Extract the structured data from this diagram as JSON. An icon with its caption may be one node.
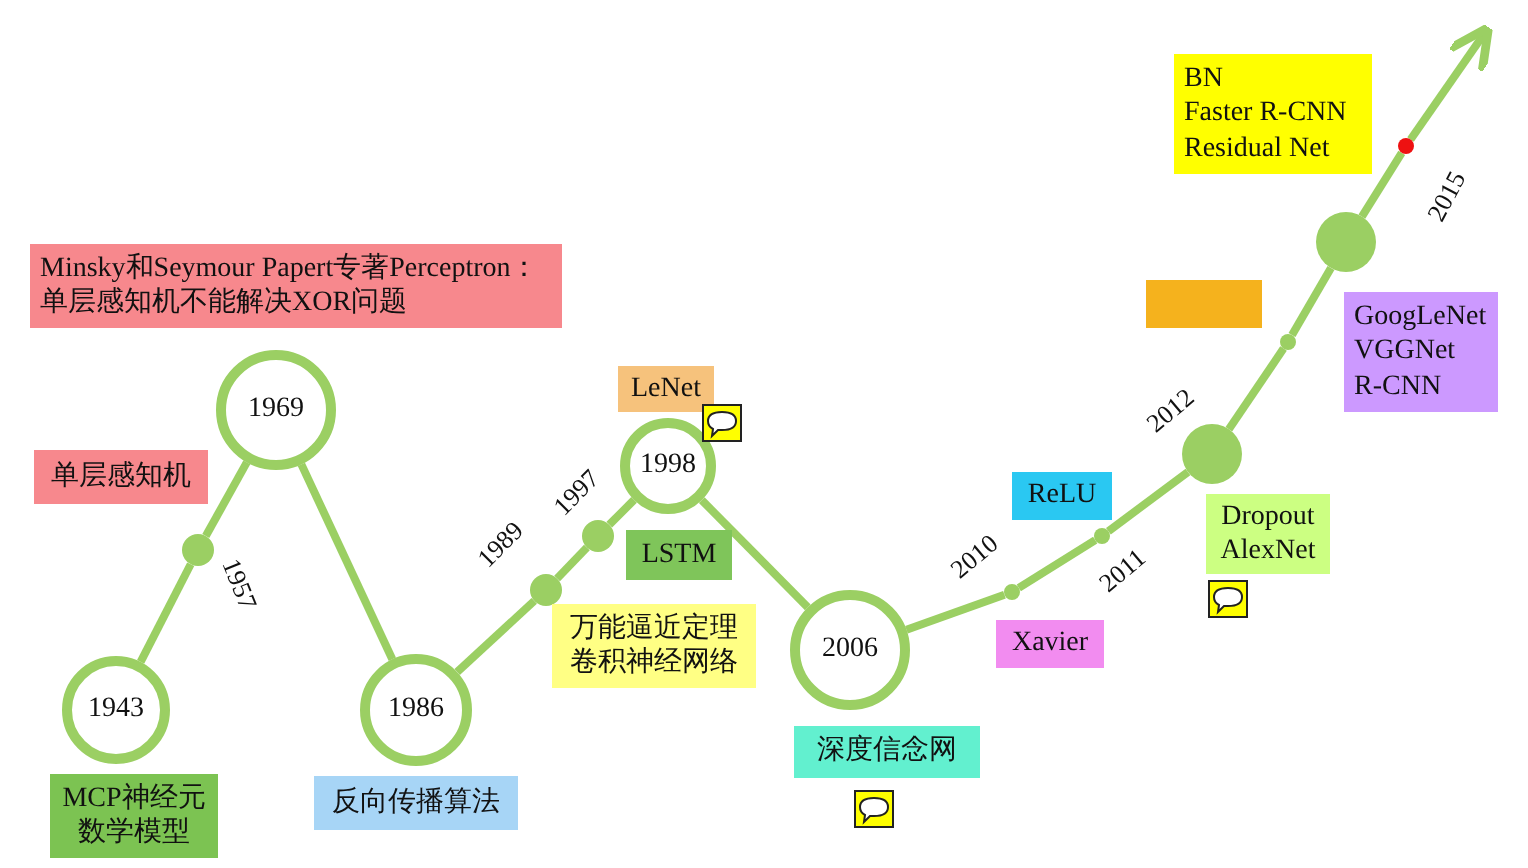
{
  "diagram": {
    "nodes": [
      {
        "text": [
          "1943"
        ]
      },
      {
        "text": [],
        "shape": "circle",
        "beside": [
          "1957"
        ]
      },
      {
        "text": [
          "1969"
        ]
      },
      {
        "text": [
          "1986"
        ]
      },
      {
        "text": [],
        "shape": "circle",
        "beside": [
          "1989"
        ]
      },
      {
        "text": [],
        "shape": "circle",
        "beside": [
          "1997"
        ]
      },
      {
        "text": [
          "1998"
        ]
      },
      {
        "text": [
          "2006"
        ]
      },
      {
        "text": [],
        "shape": "circle",
        "beside": [
          "2010"
        ]
      },
      {
        "text": [],
        "shape": "circle",
        "beside": [
          "2011"
        ]
      },
      {
        "text": [],
        "shape": "circle",
        "beside": [
          "2012"
        ]
      },
      {
        "text": [],
        "shape": "circle"
      },
      {
        "text": [],
        "shape": "circle"
      },
      {
        "text": [],
        "shape": "circle",
        "beside": [
          "2015"
        ]
      },
      {
        "text": [
          "Minsky和Seymour Papert专著Perceptron：单层感知机不能解决XOR问题"
        ]
      },
      {
        "text": [
          "单层感知机"
        ]
      },
      {
        "text": [
          "MCP神经元数学模型"
        ]
      },
      {
        "text": [
          "反向传播算法"
        ]
      },
      {
        "text": [
          "LeNet"
        ]
      },
      {
        "text": [
          "LSTM"
        ]
      },
      {
        "text": [
          "万能逼近定理",
          "卷积神经网络"
        ]
      },
      {
        "text": [
          "深度信念网"
        ]
      },
      {
        "text": [
          "Xavier"
        ]
      },
      {
        "text": [
          "ReLU"
        ]
      },
      {
        "text": [
          "Dropout",
          "AlexNet"
        ]
      },
      {
        "text": [],
        "shape": "box"
      },
      {
        "text": [
          "BN",
          "Faster R-CNN",
          "Residual Net"
        ]
      },
      {
        "text": [
          "GoogLeNet",
          "VGGNet",
          "R-CNN"
        ]
      }
    ],
    "edges": [
      {
        "from": 0,
        "to": 1,
        "arrow": "none"
      },
      {
        "from": 1,
        "to": 2,
        "arrow": "none"
      },
      {
        "from": 2,
        "to": 3,
        "arrow": "none"
      },
      {
        "from": 3,
        "to": 4,
        "arrow": "none"
      },
      {
        "from": 4,
        "to": 5,
        "arrow": "none"
      },
      {
        "from": 5,
        "to": 6,
        "arrow": "none"
      },
      {
        "from": 6,
        "to": 7,
        "arrow": "none"
      },
      {
        "from": 7,
        "to": 8,
        "arrow": "none"
      },
      {
        "from": 8,
        "to": 9,
        "arrow": "none"
      },
      {
        "from": 9,
        "to": 10,
        "arrow": "none"
      },
      {
        "from": 10,
        "to": 11,
        "arrow": "none"
      },
      {
        "from": 11,
        "to": 12,
        "arrow": "none"
      },
      {
        "from": 12,
        "to": 13,
        "arrow": "none"
      },
      {
        "from": 13,
        "to": null,
        "arrow": "to"
      }
    ]
  }
}
